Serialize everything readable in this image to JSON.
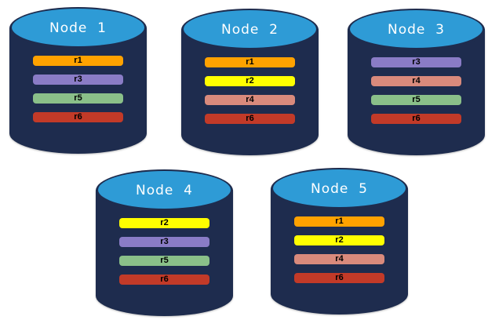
{
  "diagram": {
    "description": "Five database nodes with replicated partitions",
    "background": "#ffffff"
  },
  "colors": {
    "cylinder_body": "#1E2C4E",
    "cylinder_top": "#2E9BD6",
    "bar_text": "#000000",
    "title_text": "#ffffff",
    "replica_r1": "#FFA200",
    "replica_r2": "#FFFF00",
    "replica_r3": "#8A7CC6",
    "replica_r4": "#D98A7C",
    "replica_r5": "#8AC089",
    "replica_r6": "#C23A28"
  },
  "nodes": [
    {
      "label": "Node  1",
      "replicas": [
        {
          "label": "r1",
          "color": "#FFA200"
        },
        {
          "label": "r3",
          "color": "#8A7CC6"
        },
        {
          "label": "r5",
          "color": "#8AC089"
        },
        {
          "label": "r6",
          "color": "#C23A28"
        }
      ]
    },
    {
      "label": "Node  2",
      "replicas": [
        {
          "label": "r1",
          "color": "#FFA200"
        },
        {
          "label": "r2",
          "color": "#FFFF00"
        },
        {
          "label": "r4",
          "color": "#D98A7C"
        },
        {
          "label": "r6",
          "color": "#C23A28"
        }
      ]
    },
    {
      "label": "Node  3",
      "replicas": [
        {
          "label": "r3",
          "color": "#8A7CC6"
        },
        {
          "label": "r4",
          "color": "#D98A7C"
        },
        {
          "label": "r5",
          "color": "#8AC089"
        },
        {
          "label": "r6",
          "color": "#C23A28"
        }
      ]
    },
    {
      "label": "Node  4",
      "replicas": [
        {
          "label": "r2",
          "color": "#FFFF00"
        },
        {
          "label": "r3",
          "color": "#8A7CC6"
        },
        {
          "label": "r5",
          "color": "#8AC089"
        },
        {
          "label": "r6",
          "color": "#C23A28"
        }
      ]
    },
    {
      "label": "Node  5",
      "replicas": [
        {
          "label": "r1",
          "color": "#FFA200"
        },
        {
          "label": "r2",
          "color": "#FFFF00"
        },
        {
          "label": "r4",
          "color": "#D98A7C"
        },
        {
          "label": "r6",
          "color": "#C23A28"
        }
      ]
    }
  ]
}
